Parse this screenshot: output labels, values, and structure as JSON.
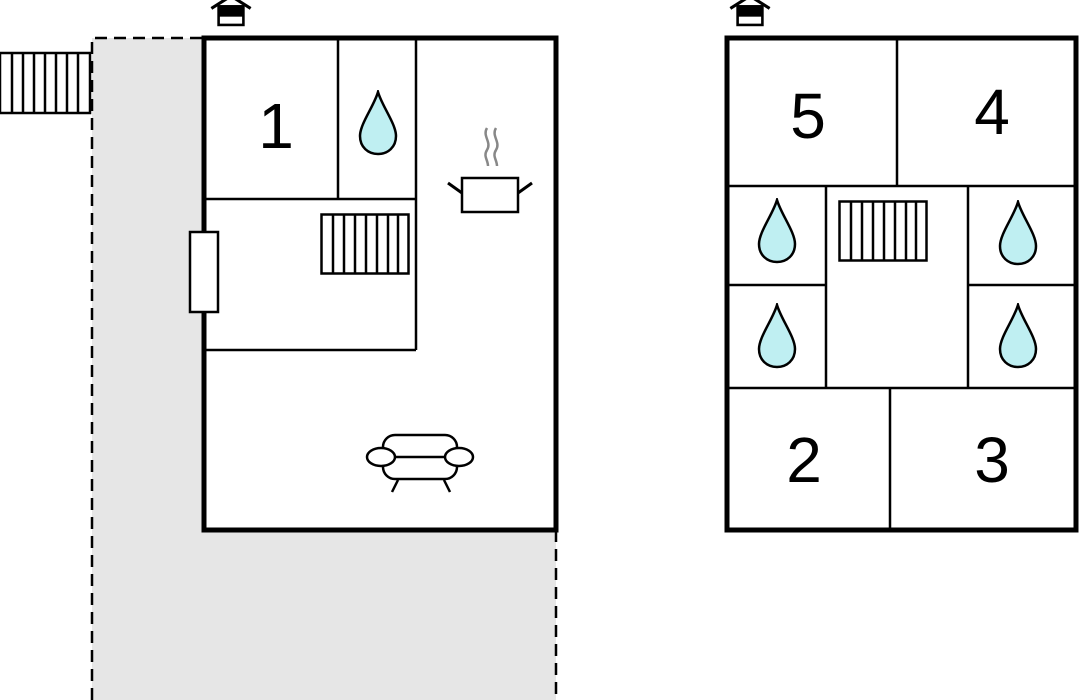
{
  "colors": {
    "wall": "#000000",
    "terrace": "#e6e6e6",
    "water": "#bfeff2",
    "background": "#ffffff"
  },
  "ground_floor": {
    "rooms": [
      {
        "label": "1",
        "type": "bedroom"
      }
    ],
    "icons": [
      "entrance-icon",
      "water-drop-icon",
      "cooking-pot-icon",
      "staircase-icon",
      "window-icon",
      "sofa-icon",
      "exterior-stairs-icon"
    ],
    "has_terrace": true
  },
  "upper_floor": {
    "rooms": [
      {
        "label": "5",
        "type": "bedroom"
      },
      {
        "label": "4",
        "type": "bedroom"
      },
      {
        "label": "2",
        "type": "bedroom"
      },
      {
        "label": "3",
        "type": "bedroom"
      }
    ],
    "bathrooms": 4,
    "icons": [
      "entrance-icon",
      "staircase-icon",
      "water-drop-icon"
    ]
  }
}
